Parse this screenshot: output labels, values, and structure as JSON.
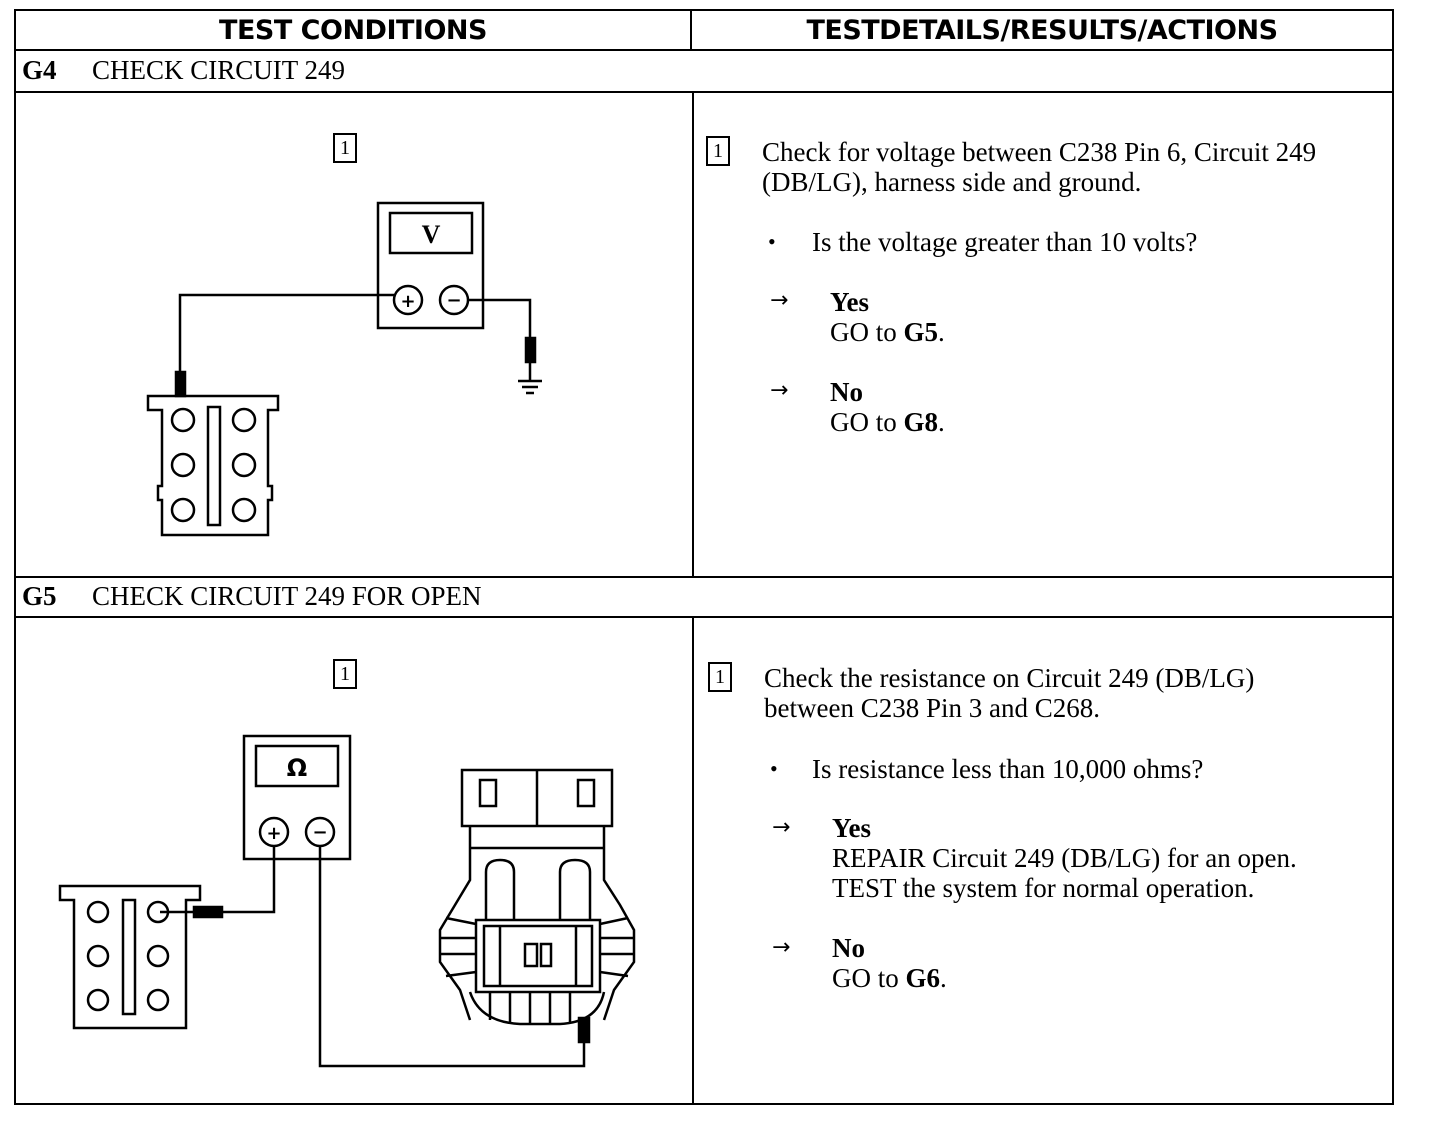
{
  "headers": {
    "test_conditions": "TEST CONDITIONS",
    "test_details": "TESTDETAILS/RESULTS/ACTIONS"
  },
  "g4": {
    "code": "G4",
    "title": "CHECK CIRCUIT 249",
    "step_number": "1",
    "meter_label": "V",
    "plus_symbol": "+",
    "minus_symbol": "−",
    "step_text_line1": "Check for voltage between C238 Pin 6, Circuit 249",
    "step_text_line2": "(DB/LG), harness side and ground.",
    "bullet": "•",
    "question": "Is the voltage greater than 10 volts?",
    "arrow": "→",
    "yes_label": "Yes",
    "yes_action_prefix": "GO to ",
    "yes_action_target": "G5",
    "no_label": "No",
    "no_action_prefix": "GO to ",
    "no_action_target": "G8",
    "period": "."
  },
  "g5": {
    "code": "G5",
    "title": "CHECK CIRCUIT 249 FOR OPEN",
    "step_number": "1",
    "meter_label": "Ω",
    "plus_symbol": "+",
    "minus_symbol": "−",
    "step_text_line1": "Check the resistance on Circuit 249 (DB/LG)",
    "step_text_line2": "between C238 Pin 3 and C268.",
    "bullet": "•",
    "question": "Is resistance less than 10,000 ohms?",
    "arrow": "→",
    "yes_label": "Yes",
    "yes_action_line1": "REPAIR Circuit 249 (DB/LG) for an open.",
    "yes_action_line2": "TEST the system for normal operation.",
    "no_label": "No",
    "no_action_prefix": "GO to ",
    "no_action_target": "G6",
    "period": "."
  }
}
